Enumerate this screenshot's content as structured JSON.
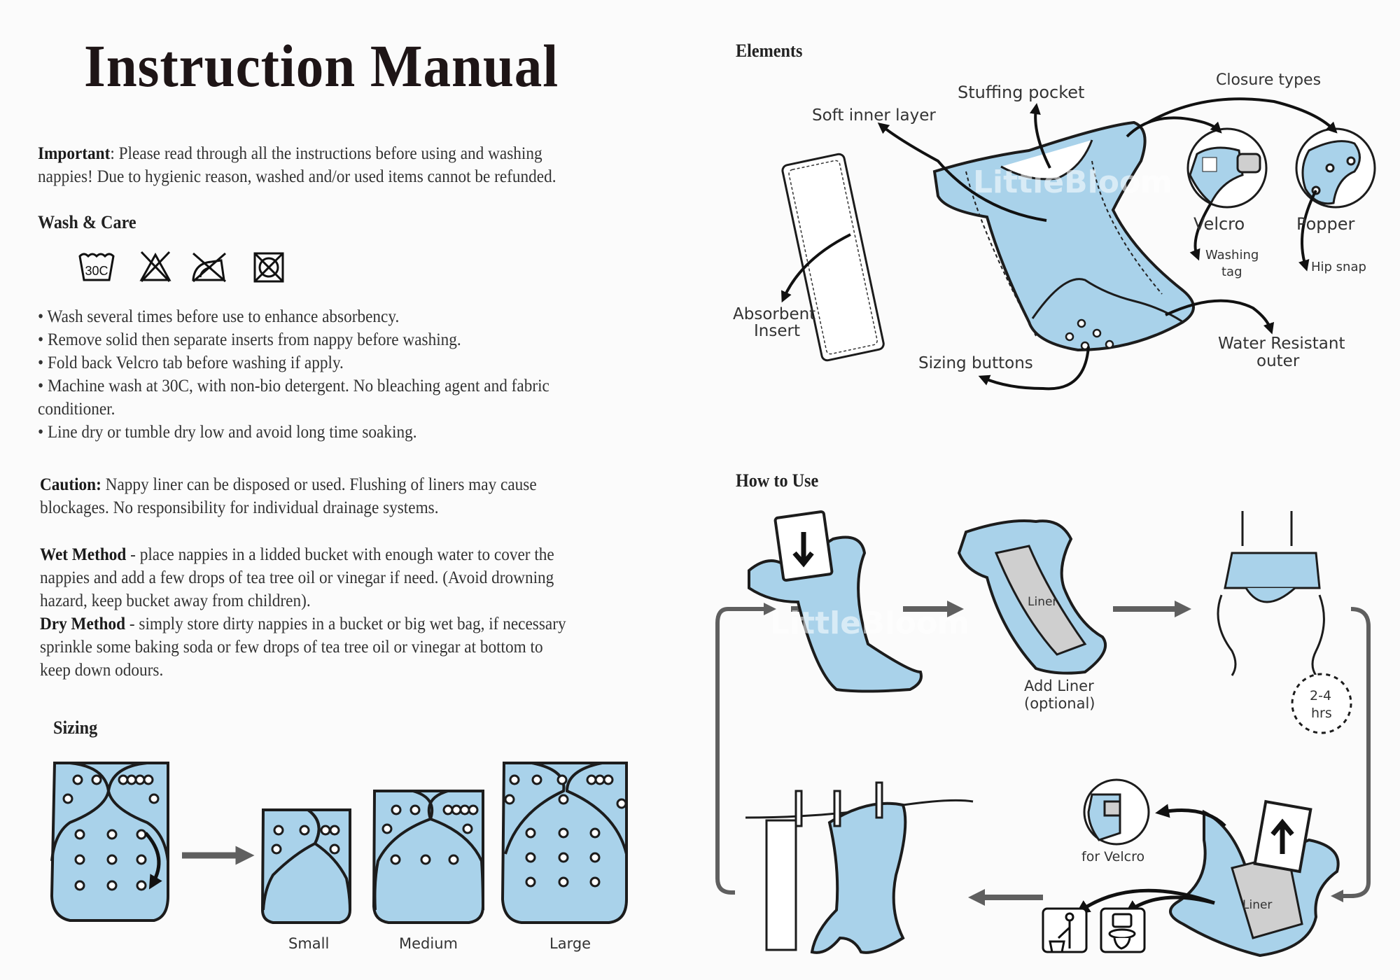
{
  "title": "Instruction Manual",
  "important": {
    "label": "Important",
    "text_line1": ": Please read through all the instructions before using and washing",
    "text_line2": "nappies! Due to hygienic reason, washed and/or used items cannot be refunded."
  },
  "wash_care": {
    "heading": "Wash & Care",
    "symbols": [
      {
        "icon": "wash-30c-icon",
        "label": "30C"
      },
      {
        "icon": "do-not-bleach-icon"
      },
      {
        "icon": "do-not-iron-icon"
      },
      {
        "icon": "do-not-dryclean-icon"
      }
    ],
    "bullets": [
      "Wash several times before use to enhance absorbency.",
      "Remove solid then separate inserts from nappy before washing.",
      "Fold back Velcro tab before washing if apply.",
      "Machine wash at 30C, with non-bio detergent. No bleaching agent and fabric",
      "Line dry or tumble dry low and avoid long time soaking."
    ],
    "bullet4_cont": "conditioner."
  },
  "caution": {
    "label": "Caution:",
    "line1": " Nappy liner can be disposed or used. Flushing of liners may cause",
    "line2": "blockages. No responsibility for individual drainage systems."
  },
  "wet_method": {
    "label": "Wet Method",
    "line1": " - place nappies in a lidded bucket with enough water to cover the",
    "line2": "nappies and add a few drops of tea tree oil or vinegar if need. (Avoid drowning",
    "line3": "hazard, keep bucket away from children)."
  },
  "dry_method": {
    "label": "Dry Method",
    "line1": " - simply store dirty nappies in a bucket or big wet bag, if necessary",
    "line2": "sprinkle some baking soda or few drops of tea tree oil or vinegar at bottom to",
    "line3": "keep down odours."
  },
  "sizing": {
    "heading": "Sizing",
    "sizes": [
      "Small",
      "Medium",
      "Large"
    ]
  },
  "elements": {
    "heading": "Elements",
    "labels": {
      "soft_inner_layer": "Soft inner layer",
      "stuffing_pocket": "Stuffing pocket",
      "closure_types": "Closure types",
      "velcro": "Velcro",
      "popper": "Popper",
      "washing_tag_1": "Washing",
      "washing_tag_2": "tag",
      "hip_snap": "Hip snap",
      "absorbent_1": "Absorbent",
      "absorbent_2": "Insert",
      "sizing_buttons": "Sizing buttons",
      "water_resistant_1": "Water Resistant",
      "water_resistant_2": "outer"
    }
  },
  "how_to_use": {
    "heading": "How to Use",
    "liner": "Liner",
    "add_liner_1": "Add Liner",
    "add_liner_2": "(optional)",
    "timer_1": "2-4",
    "timer_2": "hrs",
    "for_velcro": "for Velcro",
    "liner_remove": "Liner"
  },
  "watermark": "LittleBloom",
  "colors": {
    "nappy_blue": "#a9d2ea",
    "outline": "#1c1c1c",
    "arrow_gray": "#5f5f5f",
    "liner_gray": "#cfcfcf"
  }
}
